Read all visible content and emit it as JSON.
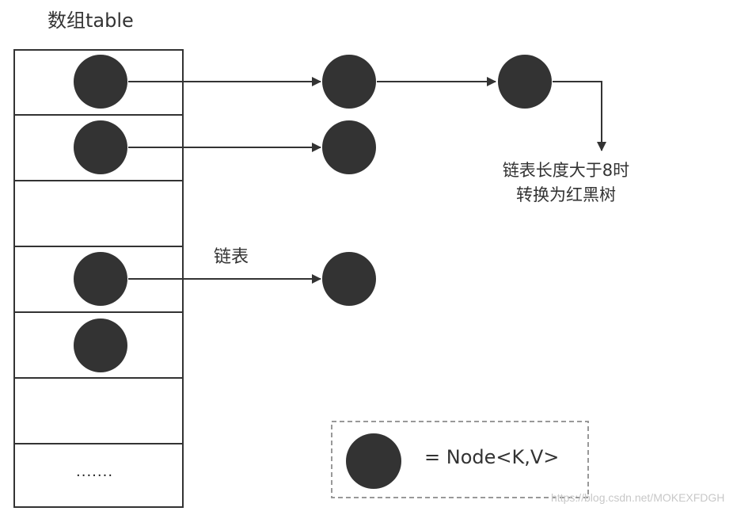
{
  "table_title": "数组table",
  "table_cells": [
    "",
    "",
    "",
    "",
    "",
    "",
    "......."
  ],
  "chain_label": "链表",
  "treeify_note": [
    "链表长度大于8时",
    "转换为红黑树"
  ],
  "legend": {
    "text": "= Node<K,V>"
  },
  "watermark": "https://blog.csdn.net/MOKEXFDGH",
  "colors": {
    "node_fill": "#333333",
    "line": "#333333",
    "legend_border": "#999999",
    "text": "#333333"
  },
  "icons": {
    "node": "filled-circle",
    "arrow": "arrow-head"
  }
}
